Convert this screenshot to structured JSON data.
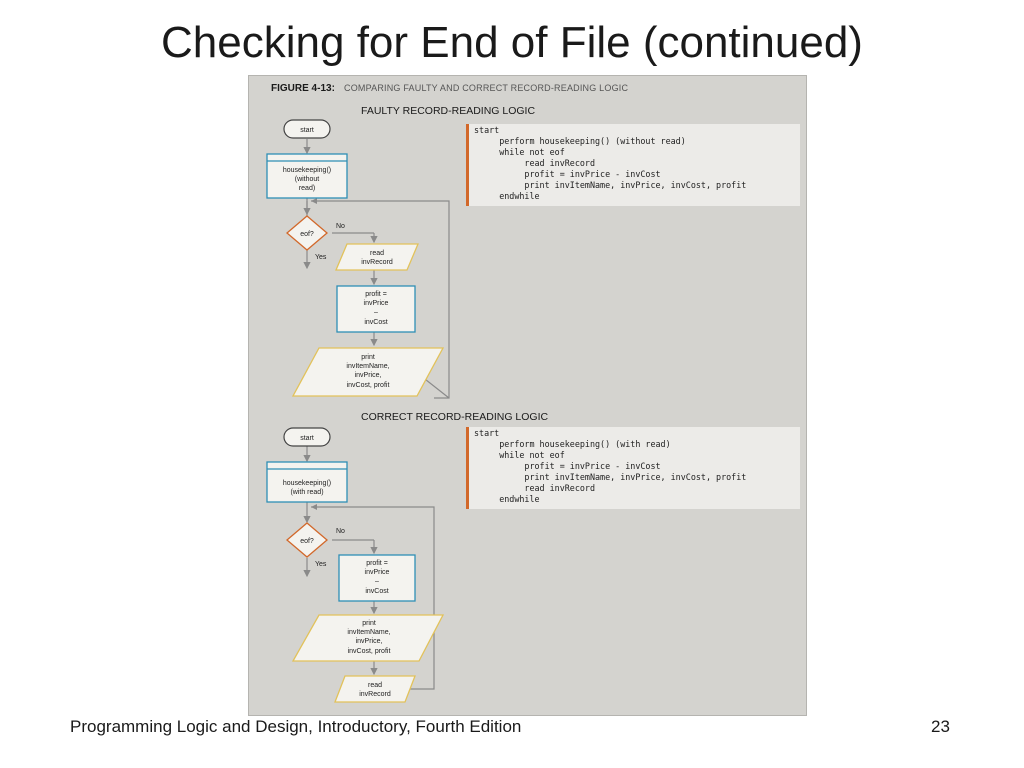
{
  "slide": {
    "title": "Checking for End of File (continued)",
    "footer": "Programming Logic and Design, Introductory, Fourth Edition",
    "page_number": "23"
  },
  "figure": {
    "number": "FIGURE 4-13:",
    "caption": "COMPARING FAULTY AND CORRECT RECORD-READING LOGIC",
    "faulty": {
      "heading": "FAULTY RECORD-READING LOGIC",
      "flow": {
        "start": "start",
        "housekeeping": [
          "housekeeping()",
          "(without",
          "read)"
        ],
        "decision": "eof?",
        "no": "No",
        "yes": "Yes",
        "read": [
          "read",
          "invRecord"
        ],
        "profit": [
          "profit =",
          "invPrice",
          "–",
          "invCost"
        ],
        "print": [
          "print",
          "invItemName,",
          "invPrice,",
          "invCost, profit"
        ]
      },
      "code": [
        "start",
        "     perform housekeeping() (without read)",
        "     while not eof",
        "          read invRecord",
        "          profit = invPrice - invCost",
        "          print invItemName, invPrice, invCost, profit",
        "     endwhile"
      ]
    },
    "correct": {
      "heading": "CORRECT RECORD-READING LOGIC",
      "flow": {
        "start": "start",
        "housekeeping": [
          "housekeeping()",
          "(with read)"
        ],
        "decision": "eof?",
        "no": "No",
        "yes": "Yes",
        "profit": [
          "profit =",
          "invPrice",
          "–",
          "invCost"
        ],
        "print": [
          "print",
          "invItemName,",
          "invPrice,",
          "invCost, profit"
        ],
        "read": [
          "read",
          "invRecord"
        ]
      },
      "code": [
        "start",
        "     perform housekeeping() (with read)",
        "     while not eof",
        "          profit = invPrice - invCost",
        "          print invItemName, invPrice, invCost, profit",
        "          read invRecord",
        "     endwhile"
      ]
    }
  },
  "colors": {
    "process_border": "#2e8fb5",
    "decision_border": "#d2682a",
    "io_border": "#e2c25a",
    "code_bar": "#d2682a",
    "connector": "#8a8a8a"
  }
}
